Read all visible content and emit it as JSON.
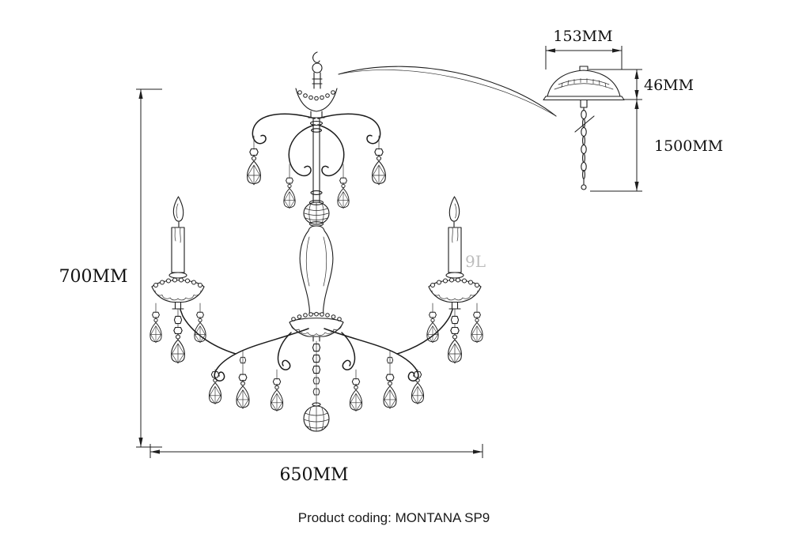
{
  "page": {
    "product_coding": "Product coding: MONTANA SP9"
  },
  "dimensions": {
    "fixture_height": "700MM",
    "fixture_width": "650MM",
    "canopy_width": "153MM",
    "canopy_height": "46MM",
    "chain_length": "1500MM"
  },
  "annotations": {
    "lamp_count": "9L"
  },
  "colors": {
    "line": "#1c1c1c",
    "dimension_text": "#111111",
    "watermark_gray": "#bdbdbd",
    "background": "#ffffff"
  }
}
